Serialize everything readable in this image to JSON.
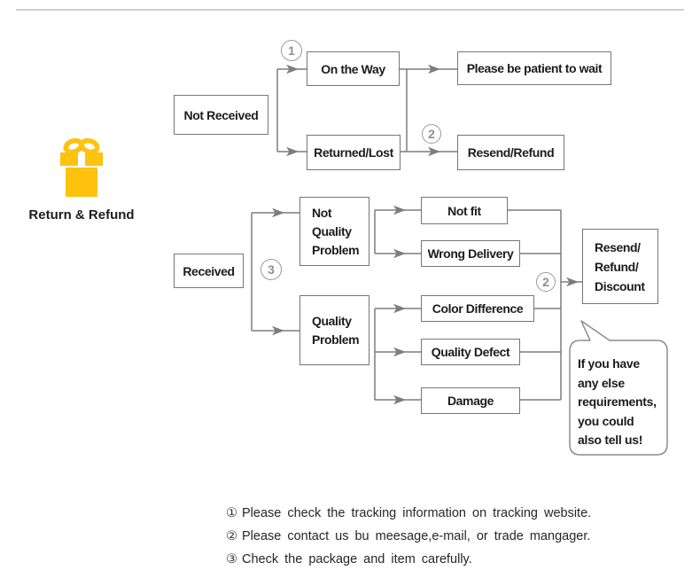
{
  "page": {
    "divider_color": "#b3b3b3"
  },
  "brand": {
    "title": "Return & Refund",
    "icon": "gift-icon",
    "icon_color": "#FFC20E"
  },
  "flow": {
    "line_color": "#7d7d7d",
    "nodes": {
      "not_received": "Not Received",
      "on_the_way": "On the Way",
      "be_patient": "Please be patient to wait",
      "returned_lost": "Returned/Lost",
      "resend_refund": "Resend/Refund",
      "received": "Received",
      "not_quality_problem": [
        "Not",
        "Quality",
        "Problem"
      ],
      "quality_problem": [
        "Quality",
        "Problem"
      ],
      "not_fit": "Not fit",
      "wrong_delivery": "Wrong Delivery",
      "color_difference": "Color Difference",
      "quality_defect": "Quality Defect",
      "damage": "Damage",
      "resend_refund_discount": [
        "Resend/",
        "Refund/",
        "Discount"
      ]
    },
    "markers": {
      "one": "1",
      "two_top": "2",
      "three": "3",
      "two_bottom": "2"
    }
  },
  "bubble": {
    "lines": [
      "If you have",
      "any else",
      "requirements,",
      "you could",
      "also tell us!"
    ]
  },
  "footnotes": {
    "items": [
      {
        "marker": "①",
        "text": "Please check the tracking information on tracking website."
      },
      {
        "marker": "②",
        "text": "Please contact us bu meesage,e-mail, or trade mangager."
      },
      {
        "marker": "③",
        "text": "Check the package and item carefully."
      }
    ]
  }
}
